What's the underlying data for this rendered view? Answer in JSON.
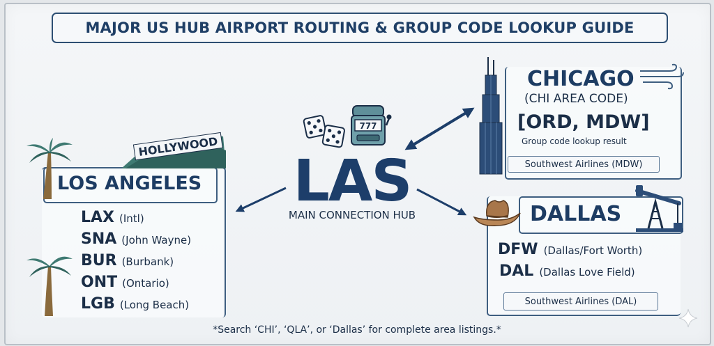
{
  "title": "MAJOR US HUB AIRPORT ROUTING & GROUP CODE LOOKUP GUIDE",
  "hub": {
    "code": "LAS",
    "label": "MAIN CONNECTION HUB"
  },
  "los_angeles": {
    "name": "LOS ANGELES",
    "sign": "HOLLYWOOD",
    "airports": [
      {
        "code": "LAX",
        "desc": "(Intl)"
      },
      {
        "code": "SNA",
        "desc": "(John Wayne)"
      },
      {
        "code": "BUR",
        "desc": "(Burbank)"
      },
      {
        "code": "ONT",
        "desc": "(Ontario)"
      },
      {
        "code": "LGB",
        "desc": "(Long Beach)"
      }
    ]
  },
  "chicago": {
    "name": "CHICAGO",
    "area_code": "(CHI AREA CODE)",
    "codes": "[ORD, MDW]",
    "result_label": "Group code lookup result",
    "airline": "Southwest Airlines (MDW)"
  },
  "dallas": {
    "name": "DALLAS",
    "airports": [
      {
        "code": "DFW",
        "desc": "(Dallas/Fort Worth)"
      },
      {
        "code": "DAL",
        "desc": "(Dallas Love Field)"
      }
    ],
    "airline": "Southwest Airlines (DAL)"
  },
  "footer": "*Search ‘CHI’, ‘QLA’, or ‘Dallas’ for complete area listings.*",
  "colors": {
    "navy": "#1d3e6a",
    "border": "#3e5e80",
    "palm_green": "#3f7a72",
    "trunk": "#8a6a3c",
    "hat": "#a8764a"
  },
  "icons": [
    "palm-tree-icon",
    "hollywood-sign-icon",
    "dice-icon",
    "slot-machine-icon",
    "skyscraper-icon",
    "wind-icon",
    "cowboy-hat-icon",
    "oil-derrick-icon",
    "sparkle-icon"
  ]
}
